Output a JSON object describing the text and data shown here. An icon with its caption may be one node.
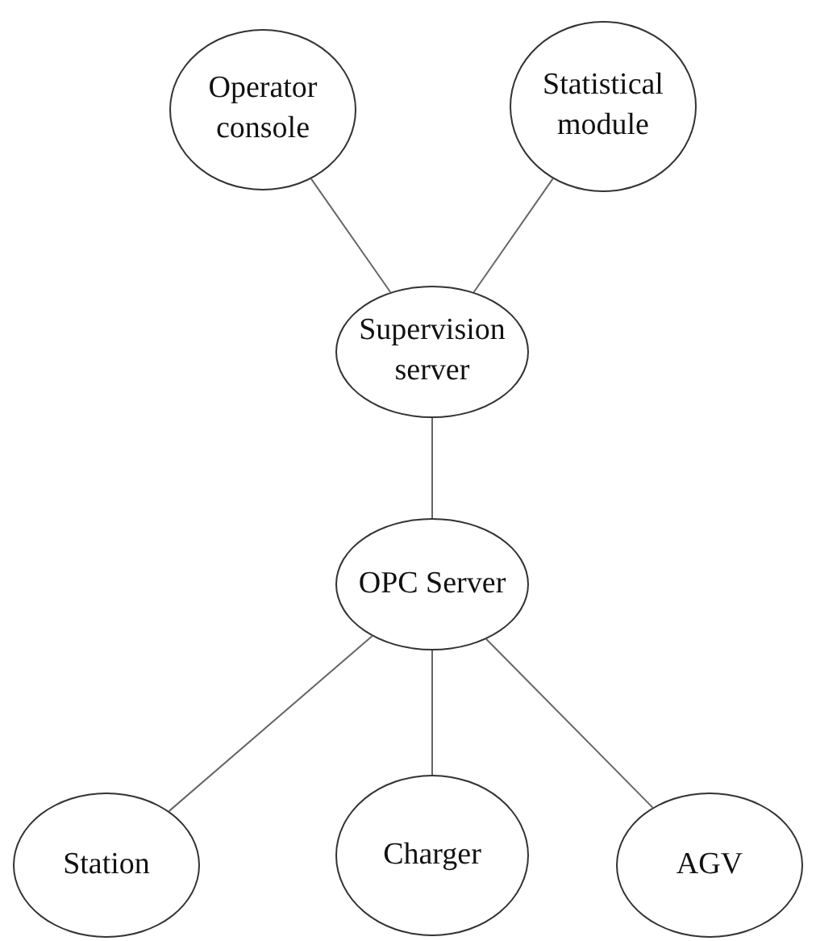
{
  "diagram": {
    "nodes": [
      {
        "text": [
          "Operator console"
        ]
      },
      {
        "text": [
          "Statistical module"
        ]
      },
      {
        "text": [
          "Supervision server"
        ]
      },
      {
        "text": [
          "OPC Server"
        ]
      },
      {
        "text": [
          "Station"
        ]
      },
      {
        "text": [
          "Charger"
        ]
      },
      {
        "text": [
          "AGV"
        ]
      }
    ],
    "edges": [
      {
        "from": 0,
        "to": 2,
        "arrow": "none"
      },
      {
        "from": 1,
        "to": 2,
        "arrow": "none"
      },
      {
        "from": 2,
        "to": 3,
        "arrow": "none"
      },
      {
        "from": 3,
        "to": 4,
        "arrow": "none"
      },
      {
        "from": 3,
        "to": 5,
        "arrow": "none"
      },
      {
        "from": 3,
        "to": 6,
        "arrow": "none"
      }
    ]
  }
}
